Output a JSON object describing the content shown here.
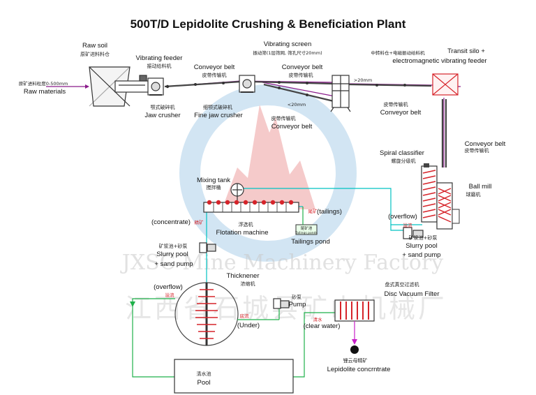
{
  "title": "500T/D  Lepidolite Crushing & Beneficiation Plant",
  "watermark": {
    "line1": "JXSC Mine Machinery Factory",
    "line2": "江西省石城县矿山机械厂"
  },
  "labels": {
    "raw_soil_en": "Raw soil",
    "raw_soil_cn": "原矿进料料仓",
    "raw_materials_cn": "原矿进料粒度0-500mm",
    "raw_materials_en": "Raw materials",
    "vib_feeder_en": "Vibrating feeder",
    "vib_feeder_cn": "振动给料机",
    "jaw_crusher_cn": "颚式破碎机",
    "jaw_crusher_en": "Jaw crusher",
    "conveyor1_en": "Conveyor belt",
    "conveyor1_cn": "皮带传输机",
    "fine_jaw_cn": "细颚式破碎机",
    "fine_jaw_en": "Fine jaw crusher",
    "vib_screen_en": "Vibrating screen",
    "vib_screen_cn": "振动筛(1层筛网, 筛孔尺寸20mm)",
    "conveyor2_en": "Conveyor belt",
    "conveyor2_cn": "皮带传输机",
    "conveyor3_cn": "皮带传输机",
    "conveyor3_en": "Conveyor belt",
    "size_lt20": "<20mm",
    "size_gt20": ">20mm",
    "conveyor4_cn": "皮带传输机",
    "conveyor4_en": "Conveyor belt",
    "transit_cn": "中转料仓+电磁振动给料机",
    "transit_en1": "Transit silo +",
    "transit_en2": "electromagnetic vibrating feeder",
    "conveyor5_en": "Conveyor belt",
    "conveyor5_cn": "皮带传输机",
    "spiral_en": "Spiral classifier",
    "spiral_cn": "螺旋分级机",
    "ballmill_en": "Ball mill",
    "ballmill_cn": "球磨机",
    "mixing_en": "Mixing tank",
    "mixing_cn": "搅拌桶",
    "flotation_cn": "浮选机",
    "flotation_en": "Flotation machine",
    "tailings_cn": "尾矿",
    "tailings_en": "(tailings)",
    "tailings_pond_cn": "尾矿池",
    "tailings_pond_box": "Tailings ponds",
    "tailings_pond_en": "Tailings pond",
    "concentrate_en": "(concentrate)",
    "concentrate_cn": "精矿",
    "overflow_right_en": "(overflow)",
    "overflow_right_cn": "溢流",
    "slurry_right_cn": "矿浆池+砂泵",
    "slurry_right_en1": "Slurry pool",
    "slurry_right_en2": "+ sand pump",
    "slurry_left_cn": "矿浆池+砂泵",
    "slurry_left_en1": "Slurry pool",
    "slurry_left_en2": "+ sand pump",
    "thickener_en": "Thicknener",
    "thickener_cn": "浓缩机",
    "overflow_left_en": "(overflow)",
    "overflow_left_cn": "溢流",
    "under_cn": "底流",
    "under_en": "(Under)",
    "pump_cn": "砂泵",
    "pump_en": "Pump",
    "disc_cn": "盘式真空过滤机",
    "disc_en": "Disc Vacuum Filter",
    "clear_cn": "清水",
    "clear_en": "(clear water)",
    "pool_cn": "清水池",
    "pool_en": "Pool",
    "product_cn": "锂云母精矿",
    "product_en": "Lepidolite concrntrate"
  },
  "colors": {
    "crushing_line": "#8a1a8a",
    "water_line": "#00c2c2",
    "clear_line": "#1fb14a",
    "red_text": "#d6242a",
    "equipment": "#333333"
  }
}
